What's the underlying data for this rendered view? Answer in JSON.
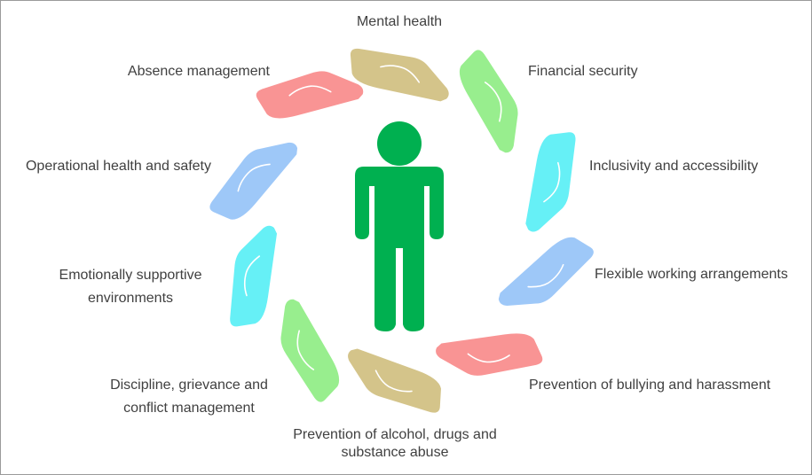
{
  "figure": {
    "icon": "person-icon",
    "person_color": "#00b050",
    "hand_icon": "hand-icon",
    "labels": {
      "mental_health": "Mental health",
      "financial_security": "Financial security",
      "inclusivity": "Inclusivity and accessibility",
      "flexible_working": "Flexible working arrangements",
      "bullying": "Prevention of bullying and harassment",
      "alcohol_line1": "Prevention of alcohol, drugs and",
      "alcohol_line2": "substance abuse",
      "discipline_line1": "Discipline, grievance and",
      "discipline_line2": "conflict management",
      "emotional_line1": "Emotionally supportive",
      "emotional_line2": "environments",
      "operational": "Operational health and safety",
      "absence": "Absence management"
    },
    "hand_colors": {
      "khaki": "#d4c48a",
      "green": "#98ee8e",
      "cyan": "#66f0f6",
      "blue": "#9ec8f8",
      "red": "#f99494"
    }
  }
}
